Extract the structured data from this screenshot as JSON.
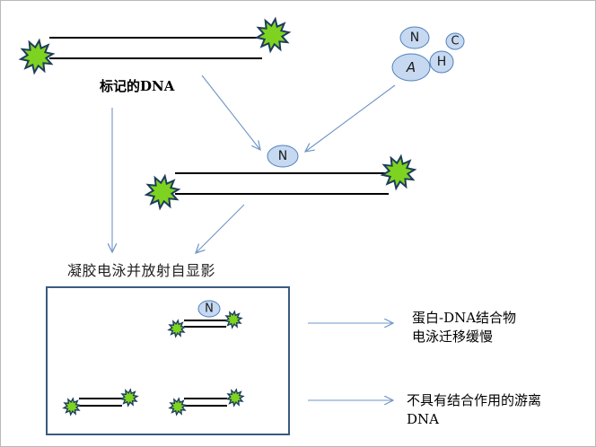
{
  "labels": {
    "labeled_dna": "标记的DNA",
    "gel_step": "凝胶电泳并放射自显影",
    "complex_line1": "蛋白-DNA结合物",
    "complex_line2": "电泳迁移缓慢",
    "free_line1": "不具有结合作用的游离",
    "free_line2": "DNA"
  },
  "proteins": {
    "n": "N",
    "c": "C",
    "a": "A",
    "h": "H",
    "bound": "N",
    "gel_bound": "N"
  },
  "colors": {
    "star_fill": "#7ed321",
    "star_stroke": "#1f3d5c",
    "blob_fill": "#c6d9f1",
    "blob_stroke": "#4f81bd",
    "arrow": "#6f95c6",
    "gel_border": "#3a5a80"
  }
}
